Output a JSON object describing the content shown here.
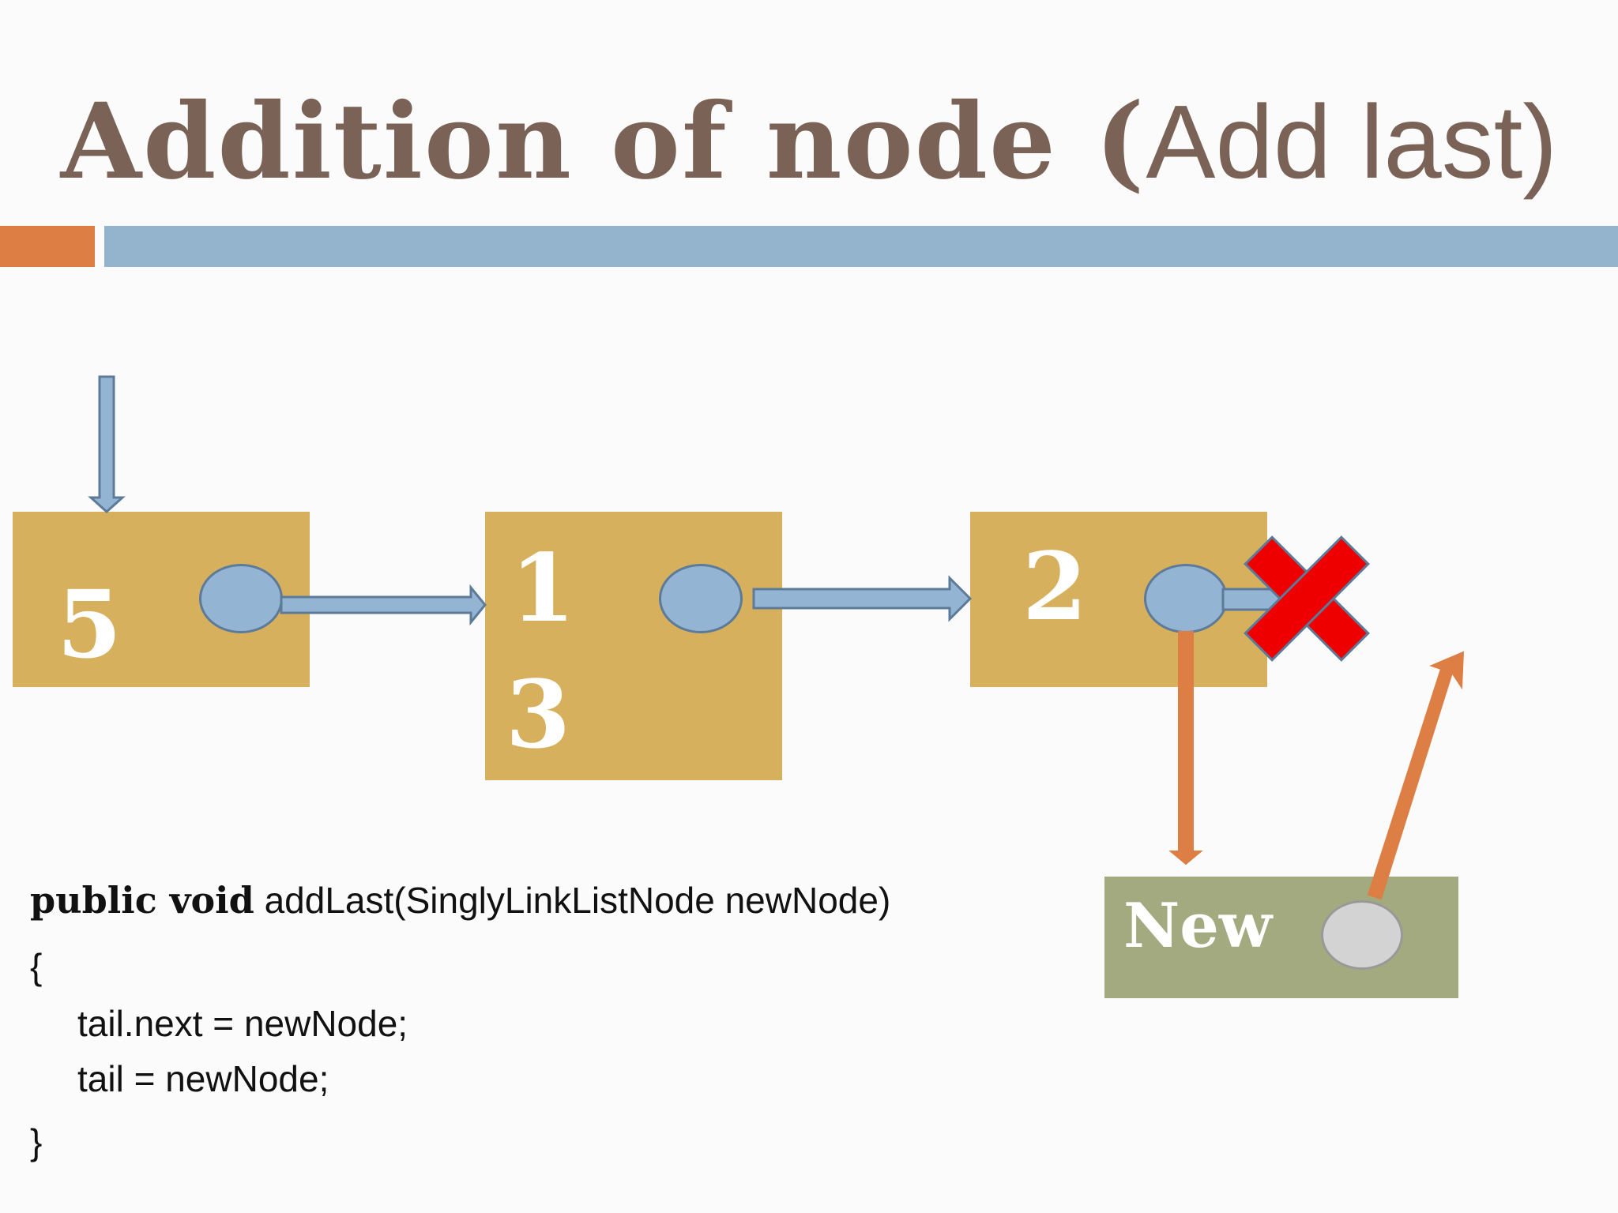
{
  "title": {
    "bold_part": "Addition of node (",
    "regular_part": "Add last)"
  },
  "colors": {
    "title_text": "#7a6356",
    "accent_orange": "#dd7f45",
    "accent_blue": "#94b4cd",
    "node_fill": "#d7b05d",
    "new_node_fill": "#a4aa7f",
    "pointer_fill": "#94b4d4",
    "new_pointer_fill": "#d3d3d3",
    "delete_mark": "#ee0000"
  },
  "nodes": [
    {
      "value": "5"
    },
    {
      "value_line1": "1",
      "value_line2": "3"
    },
    {
      "value": "2"
    }
  ],
  "new_node": {
    "label": "New"
  },
  "icons": {
    "deleted_link": "red-x-icon"
  },
  "code": {
    "signature_keywords": "public void",
    "signature_rest": " addLast(SinglyLinkListNode newNode)",
    "open_brace": "{",
    "line1": "tail.next = newNode;",
    "line2": "tail = newNode;",
    "close_brace": "}"
  }
}
